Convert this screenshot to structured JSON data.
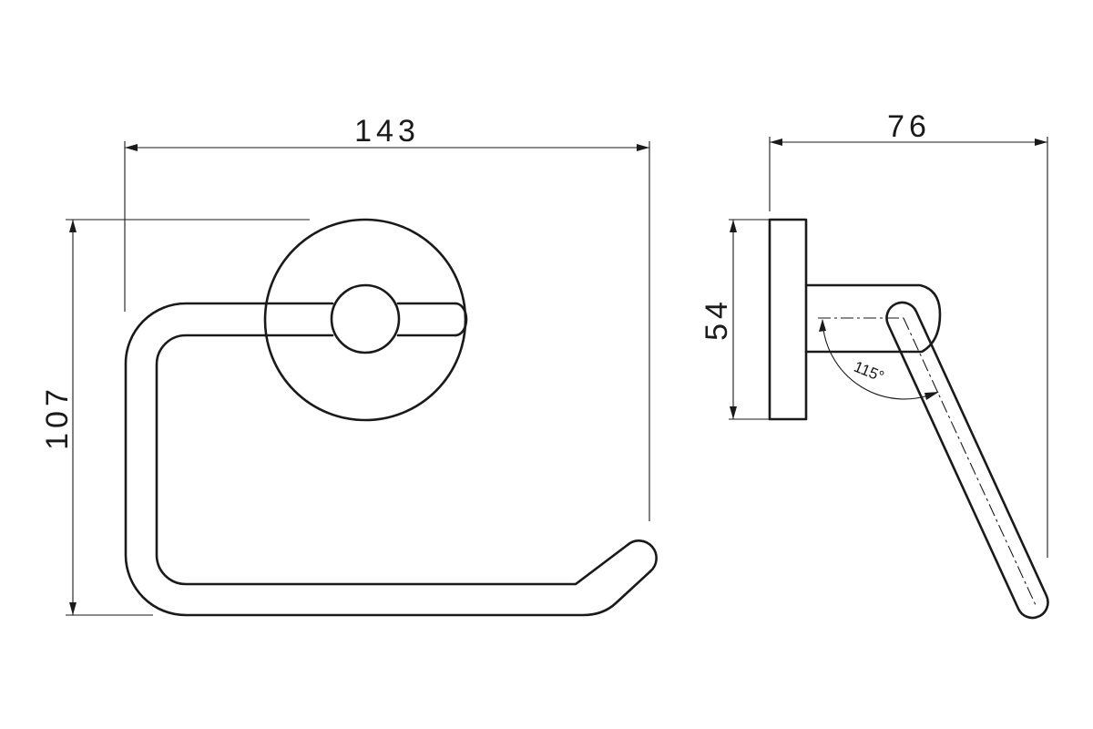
{
  "dimensions": {
    "front_width": "143",
    "front_height": "107",
    "side_depth": "76",
    "side_flange_height": "54",
    "arm_angle": "115°"
  }
}
